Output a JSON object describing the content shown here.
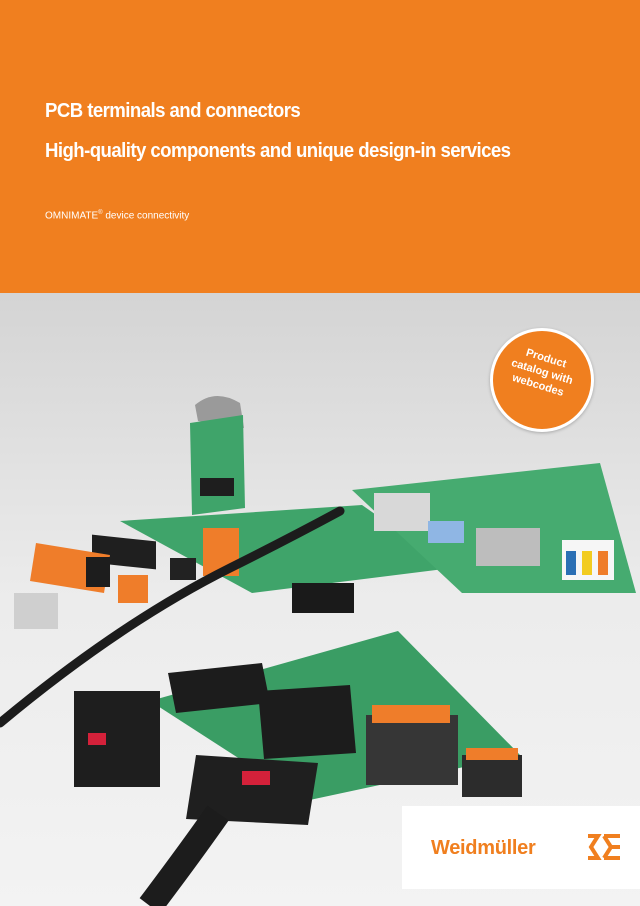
{
  "cover": {
    "title_line1": "PCB terminals and connectors",
    "title_line2": "High-quality components and unique design-in services",
    "subline_brand": "OMNIMATE",
    "subline_reg": "®",
    "subline_rest": " device connectivity"
  },
  "badge": {
    "line1": "Product",
    "line2": "catalog with",
    "line3": "webcodes"
  },
  "logo": {
    "wordmark": "Weidmüller"
  },
  "colors": {
    "brand_orange": "#f07f1f",
    "pcb_green": "#3fa46a",
    "photo_background": "#e6e6e6"
  }
}
